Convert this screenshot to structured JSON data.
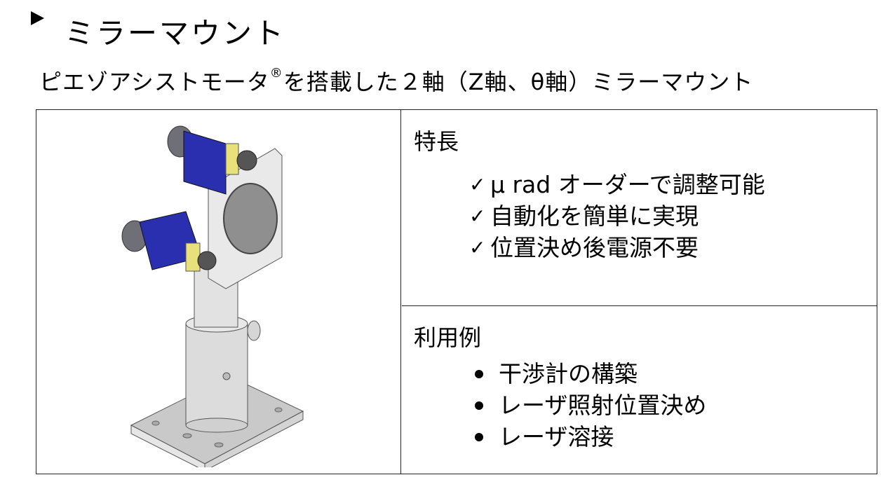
{
  "header": {
    "title": "ミラーマウント",
    "subtitle_pre": "ピエゾアシストモータ",
    "subtitle_reg": "®",
    "subtitle_post": "を搭載した２軸（Z軸、θ軸）ミラーマウント"
  },
  "product_image": {
    "alt": "2-axis mirror mount with piezo assist motors on post and base plate",
    "icon": "mirror-mount-illustration",
    "colors": {
      "motor": "#2a2fb0",
      "metal": "#d8d8d8",
      "collar": "#e8e07a",
      "knob": "#6f6f78"
    }
  },
  "features": {
    "heading": "特長",
    "marker": "✓",
    "items": [
      "μ rad オーダーで調整可能",
      "自動化を簡単に実現",
      "位置決め後電源不要"
    ]
  },
  "use_cases": {
    "heading": "利用例",
    "items": [
      "干渉計の構築",
      "レーザ照射位置決め",
      "レーザ溶接"
    ]
  }
}
